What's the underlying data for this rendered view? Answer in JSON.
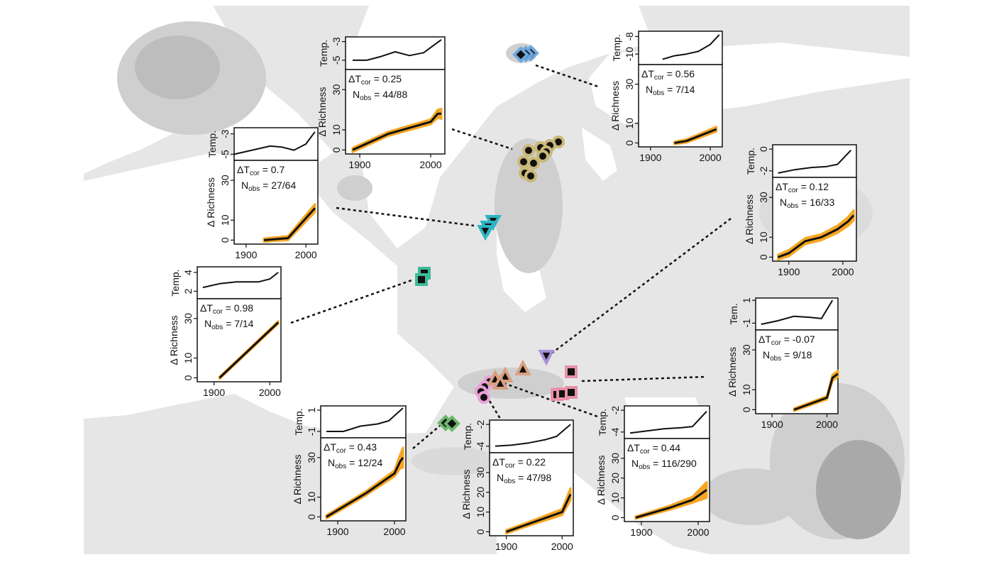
{
  "colors": {
    "ocean": "#ffffff",
    "land": "#e6e6e6",
    "highland": "#cfcfcf",
    "mountain": "#a9a9a9",
    "band": "#f5a623",
    "line": "#111111"
  },
  "markers": [
    {
      "name": "markers-svalbard",
      "color": "#6ea8dc",
      "shape": "diamond"
    },
    {
      "name": "markers-north-scandinavia",
      "color": "#c9b877",
      "shape": "circle"
    },
    {
      "name": "markers-south-norway",
      "color": "#2fb3c4",
      "shape": "triangle-down"
    },
    {
      "name": "markers-scotland",
      "color": "#3dba96",
      "shape": "square"
    },
    {
      "name": "markers-carpathians",
      "color": "#a98fd6",
      "shape": "triangle-down"
    },
    {
      "name": "markers-alps-west",
      "color": "#e8a0d8",
      "shape": "circle"
    },
    {
      "name": "markers-alps-east",
      "color": "#d9a080",
      "shape": "triangle"
    },
    {
      "name": "markers-balkans",
      "color": "#e890a8",
      "shape": "square"
    },
    {
      "name": "markers-pyrenees",
      "color": "#6db86d",
      "shape": "diamond"
    }
  ],
  "chart_data": [
    {
      "type": "line",
      "id": "svalbard",
      "temp_label": "Temp.",
      "richness_label": "Δ Richness",
      "temp_ticks": [
        "-8",
        "-10"
      ],
      "temp_tick_values": [
        -8,
        -10
      ],
      "temp_range": [
        -11.2,
        -7.4
      ],
      "temp_x": [
        1920,
        1940,
        1960,
        1980,
        2000,
        2015
      ],
      "temp_y": [
        -10.6,
        -10.2,
        -10.0,
        -9.7,
        -8.9,
        -7.8
      ],
      "dT_label": "ΔT",
      "dT_sub": "cor",
      "dT_value": " = 0.56",
      "N_label": "N",
      "N_sub": "obs",
      "N_value": " = 7/14",
      "x_ticks": [
        1900,
        2000
      ],
      "xlim": [
        1880,
        2020
      ],
      "y_ticks": [
        0,
        10,
        30
      ],
      "ylim": [
        -2,
        40
      ],
      "richness_x": [
        1940,
        1960,
        2010
      ],
      "richness_y": [
        0,
        1,
        7
      ],
      "band_width": [
        0.6,
        0.8,
        1.2
      ]
    },
    {
      "type": "line",
      "id": "north-scandinavia",
      "temp_label": "Temp.",
      "richness_label": "Δ Richness",
      "temp_ticks": [
        "-3",
        "-5"
      ],
      "temp_tick_values": [
        -3,
        -5
      ],
      "temp_range": [
        -6.0,
        -2.5
      ],
      "temp_x": [
        1890,
        1910,
        1930,
        1950,
        1970,
        1990,
        2015
      ],
      "temp_y": [
        -5.0,
        -5.0,
        -4.6,
        -4.1,
        -4.5,
        -4.2,
        -2.8
      ],
      "dT_label": "ΔT",
      "dT_sub": "cor",
      "dT_value": " = 0.25",
      "N_label": "N",
      "N_sub": "obs",
      "N_value": " = 44/88",
      "x_ticks": [
        1900,
        2000
      ],
      "xlim": [
        1880,
        2020
      ],
      "y_ticks": [
        0,
        10,
        30
      ],
      "ylim": [
        -2,
        40
      ],
      "richness_x": [
        1890,
        1940,
        2000,
        2010,
        2015
      ],
      "richness_y": [
        0,
        8,
        14,
        18,
        18
      ],
      "band_width": [
        1,
        1,
        1.2,
        2,
        2.5
      ]
    },
    {
      "type": "line",
      "id": "south-norway",
      "temp_label": "Temp.",
      "richness_label": "Δ Richness",
      "temp_ticks": [
        "-3",
        "-5"
      ],
      "temp_tick_values": [
        -3,
        -5
      ],
      "temp_range": [
        -5.6,
        -2.4
      ],
      "temp_x": [
        1880,
        1910,
        1940,
        1960,
        1980,
        2000,
        2015
      ],
      "temp_y": [
        -5.0,
        -4.6,
        -4.2,
        -4.3,
        -4.6,
        -4.0,
        -2.8
      ],
      "dT_label": "ΔT",
      "dT_sub": "cor",
      "dT_value": " = 0.7",
      "N_label": "N",
      "N_sub": "obs",
      "N_value": " = 27/64",
      "x_ticks": [
        1900,
        2000
      ],
      "xlim": [
        1880,
        2020
      ],
      "y_ticks": [
        0,
        10,
        30
      ],
      "ylim": [
        -2,
        40
      ],
      "richness_x": [
        1930,
        1970,
        2015
      ],
      "richness_y": [
        0,
        1,
        16
      ],
      "band_width": [
        0.8,
        1,
        2
      ]
    },
    {
      "type": "line",
      "id": "scotland",
      "temp_label": "Temp.",
      "richness_label": "Δ Richness",
      "temp_ticks": [
        "4",
        "2"
      ],
      "temp_tick_values": [
        4,
        2
      ],
      "temp_range": [
        1.2,
        4.6
      ],
      "temp_x": [
        1880,
        1910,
        1940,
        1960,
        1980,
        2000,
        2015
      ],
      "temp_y": [
        2.4,
        2.8,
        3.0,
        3.0,
        3.0,
        3.3,
        4.0
      ],
      "dT_label": "ΔT",
      "dT_sub": "cor",
      "dT_value": " = 0.98",
      "N_label": "N",
      "N_sub": "obs",
      "N_value": " = 7/14",
      "x_ticks": [
        1900,
        2000
      ],
      "xlim": [
        1870,
        2020
      ],
      "y_ticks": [
        0,
        10,
        30
      ],
      "ylim": [
        -2,
        40
      ],
      "richness_x": [
        1910,
        2015
      ],
      "richness_y": [
        0,
        28
      ],
      "band_width": [
        0.5,
        0.6
      ]
    },
    {
      "type": "line",
      "id": "carpathians",
      "temp_label": "Temp.",
      "richness_label": "Δ Richness",
      "temp_ticks": [
        "0",
        "-2"
      ],
      "temp_tick_values": [
        0,
        -2
      ],
      "temp_range": [
        -2.6,
        0.4
      ],
      "temp_x": [
        1880,
        1910,
        1940,
        1970,
        1990,
        2015
      ],
      "temp_y": [
        -2.2,
        -1.9,
        -1.7,
        -1.6,
        -1.4,
        -0.1
      ],
      "dT_label": "ΔT",
      "dT_sub": "cor",
      "dT_value": " = 0.12",
      "N_label": "N",
      "N_sub": "obs",
      "N_value": " = 16/33",
      "x_ticks": [
        1900,
        2000
      ],
      "xlim": [
        1870,
        2025
      ],
      "y_ticks": [
        0,
        10,
        30
      ],
      "ylim": [
        -2,
        40
      ],
      "richness_x": [
        1880,
        1900,
        1930,
        1960,
        1990,
        2010,
        2020
      ],
      "richness_y": [
        0,
        2,
        8,
        10,
        14,
        18,
        21
      ],
      "band_width": [
        1.2,
        1.5,
        1.5,
        1.5,
        1.8,
        2.2,
        2.5
      ]
    },
    {
      "type": "line",
      "id": "balkans",
      "temp_label": "Tem.",
      "richness_label": "Δ Richness",
      "temp_ticks": [
        "1",
        "-1"
      ],
      "temp_tick_values": [
        1,
        -1
      ],
      "temp_range": [
        -1.6,
        1.2
      ],
      "temp_x": [
        1880,
        1910,
        1940,
        1970,
        1990,
        2010
      ],
      "temp_y": [
        -1.1,
        -0.8,
        -0.4,
        -0.5,
        -0.6,
        1.0
      ],
      "dT_label": "ΔT",
      "dT_sub": "cor",
      "dT_value": " = -0.07",
      "N_label": "N",
      "N_sub": "obs",
      "N_value": " = 9/18",
      "x_ticks": [
        1900,
        2000
      ],
      "xlim": [
        1870,
        2020
      ],
      "y_ticks": [
        0,
        10,
        30
      ],
      "ylim": [
        -2,
        40
      ],
      "richness_x": [
        1940,
        2000,
        2010,
        2020
      ],
      "richness_y": [
        0,
        6,
        16,
        18
      ],
      "band_width": [
        0.6,
        0.8,
        1.5,
        1.5
      ]
    },
    {
      "type": "line",
      "id": "pyrenees",
      "temp_label": "Temp.",
      "richness_label": "Δ Richness",
      "temp_ticks": [
        "1",
        "-1"
      ],
      "temp_tick_values": [
        1,
        -1
      ],
      "temp_range": [
        -1.6,
        1.4
      ],
      "temp_x": [
        1880,
        1910,
        1940,
        1970,
        1990,
        2015
      ],
      "temp_y": [
        -1.0,
        -1.0,
        -0.5,
        -0.3,
        0.0,
        1.2
      ],
      "dT_label": "ΔT",
      "dT_sub": "cor",
      "dT_value": " = 0.43",
      "N_label": "N",
      "N_sub": "obs",
      "N_value": " = 12/24",
      "x_ticks": [
        1900,
        2000
      ],
      "xlim": [
        1870,
        2020
      ],
      "y_ticks": [
        0,
        10,
        30
      ],
      "ylim": [
        -2,
        40
      ],
      "richness_x": [
        1880,
        1950,
        2000,
        2010,
        2015
      ],
      "richness_y": [
        0,
        12,
        22,
        28,
        30
      ],
      "band_width": [
        0.8,
        1,
        1.5,
        3.5,
        5
      ]
    },
    {
      "type": "line",
      "id": "alps-west",
      "temp_label": "Temp.",
      "richness_label": "Δ Richness",
      "temp_ticks": [
        "-2",
        "-4"
      ],
      "temp_tick_values": [
        -2,
        -4
      ],
      "temp_range": [
        -4.6,
        -1.6
      ],
      "temp_x": [
        1880,
        1910,
        1940,
        1970,
        1990,
        2015
      ],
      "temp_y": [
        -4.0,
        -3.9,
        -3.7,
        -3.4,
        -3.1,
        -2.0
      ],
      "dT_label": "ΔT",
      "dT_sub": "cor",
      "dT_value": " = 0.22",
      "N_label": "N",
      "N_sub": "obs",
      "N_value": " = 47/98",
      "x_ticks": [
        1900,
        2000
      ],
      "xlim": [
        1870,
        2020
      ],
      "y_ticks": [
        0,
        10,
        20,
        30
      ],
      "ylim": [
        -2,
        40
      ],
      "richness_x": [
        1900,
        1950,
        2000,
        2015
      ],
      "richness_y": [
        0,
        5,
        10,
        19
      ],
      "band_width": [
        0.8,
        1,
        1.5,
        3
      ]
    },
    {
      "type": "line",
      "id": "alps-east",
      "temp_label": "Temp.",
      "richness_label": "Δ Richness",
      "temp_ticks": [
        "-2",
        "-4"
      ],
      "temp_tick_values": [
        -2,
        -4
      ],
      "temp_range": [
        -4.6,
        -1.6
      ],
      "temp_x": [
        1880,
        1910,
        1940,
        1970,
        1990,
        2015
      ],
      "temp_y": [
        -4.1,
        -3.9,
        -3.7,
        -3.6,
        -3.5,
        -2.1
      ],
      "dT_label": "ΔT",
      "dT_sub": "cor",
      "dT_value": " = 0.44",
      "N_label": "N",
      "N_sub": "obs",
      "N_value": " = 116/290",
      "x_ticks": [
        1900,
        2000
      ],
      "xlim": [
        1870,
        2020
      ],
      "y_ticks": [
        0,
        10,
        20,
        30
      ],
      "ylim": [
        -2,
        40
      ],
      "richness_x": [
        1890,
        1950,
        1990,
        2015
      ],
      "richness_y": [
        0,
        5,
        9,
        14
      ],
      "band_width": [
        0.6,
        1,
        1.5,
        4
      ]
    }
  ]
}
